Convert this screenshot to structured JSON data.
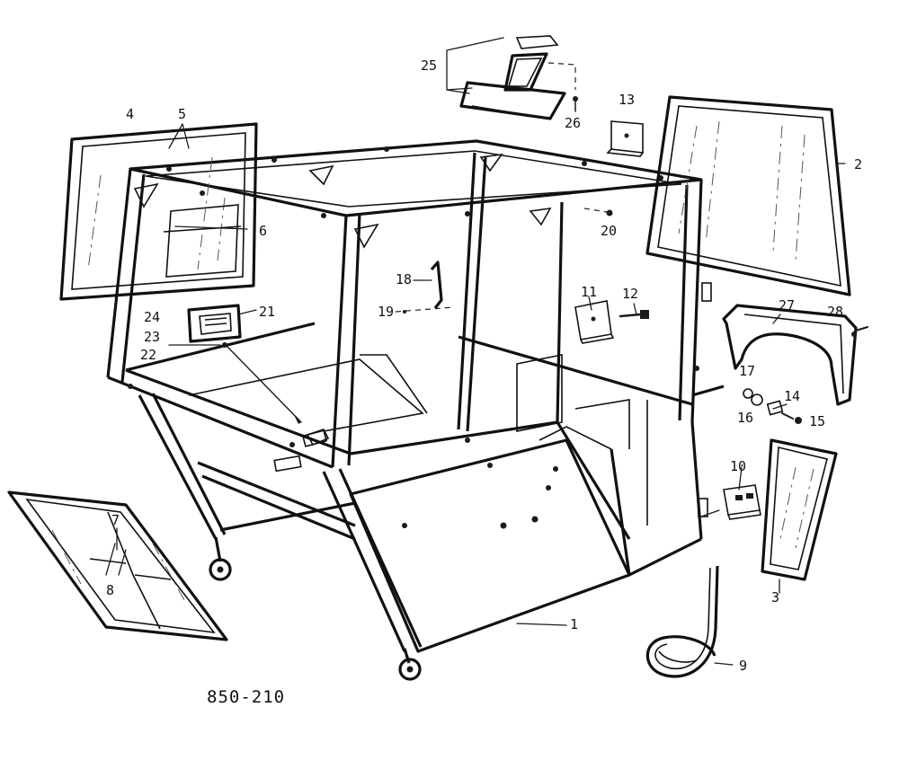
{
  "figure_code": "850-210",
  "callouts": [
    {
      "id": "1",
      "text": "1"
    },
    {
      "id": "2",
      "text": "2"
    },
    {
      "id": "3",
      "text": "3"
    },
    {
      "id": "4",
      "text": "4"
    },
    {
      "id": "5",
      "text": "5"
    },
    {
      "id": "6",
      "text": "6"
    },
    {
      "id": "7",
      "text": "7"
    },
    {
      "id": "8",
      "text": "8"
    },
    {
      "id": "9",
      "text": "9"
    },
    {
      "id": "10",
      "text": "10"
    },
    {
      "id": "11",
      "text": "11"
    },
    {
      "id": "12",
      "text": "12"
    },
    {
      "id": "13",
      "text": "13"
    },
    {
      "id": "14",
      "text": "14"
    },
    {
      "id": "15",
      "text": "15"
    },
    {
      "id": "16",
      "text": "16"
    },
    {
      "id": "17",
      "text": "17"
    },
    {
      "id": "18",
      "text": "18"
    },
    {
      "id": "19",
      "text": "19"
    },
    {
      "id": "20",
      "text": "20"
    },
    {
      "id": "21",
      "text": "21"
    },
    {
      "id": "22",
      "text": "22"
    },
    {
      "id": "23",
      "text": "23"
    },
    {
      "id": "24",
      "text": "24"
    },
    {
      "id": "25",
      "text": "25"
    },
    {
      "id": "26",
      "text": "26"
    },
    {
      "id": "27",
      "text": "27"
    },
    {
      "id": "28",
      "text": "28"
    }
  ]
}
